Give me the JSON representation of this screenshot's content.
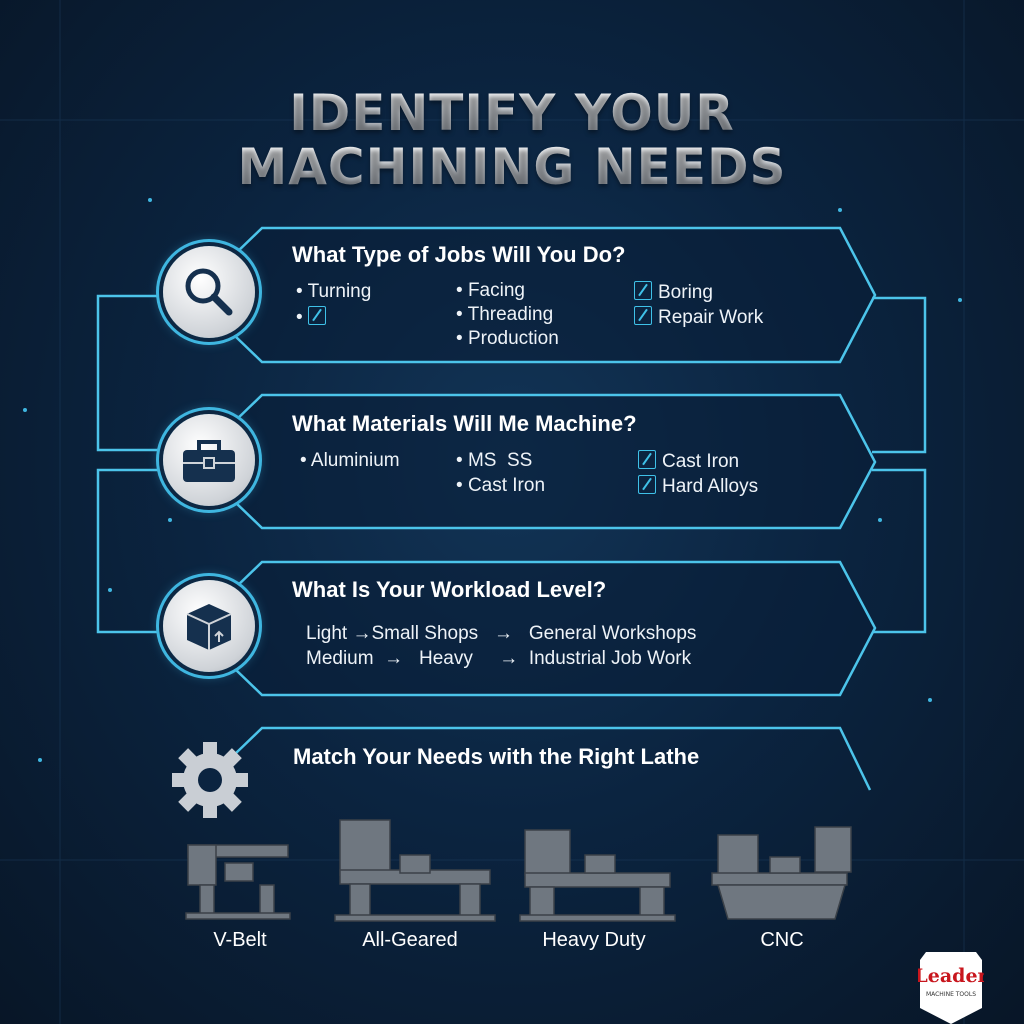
{
  "title": {
    "line1": "IDENTIFY YOUR",
    "line2": "MACHINING NEEDS"
  },
  "sections": [
    {
      "question": "What Type of Jobs Will You Do?",
      "icon": "magnifier-icon",
      "col1": [
        "Turning",
        ""
      ],
      "col2": [
        "Facing",
        "Threading",
        "Production"
      ],
      "col3": [
        "Boring",
        "Repair Work"
      ]
    },
    {
      "question": "What Materials Will Me Machine?",
      "icon": "toolbox-icon",
      "col1": [
        "Aluminium"
      ],
      "col2": [
        "MS  SS",
        "Cast Iron"
      ],
      "col3": [
        "Cast Iron",
        "Hard Alloys"
      ]
    },
    {
      "question": "What Is Your Workload Level?",
      "icon": "package-icon",
      "rows": [
        [
          "Light",
          "→",
          "Small Shops",
          "→",
          "General Workshops"
        ],
        [
          "Medium",
          "→",
          "Heavy",
          "→",
          "Industrial Job Work"
        ]
      ]
    },
    {
      "question": "Match Your Needs with the Right Lathe",
      "icon": "gear-icon"
    }
  ],
  "lathes": [
    "V-Belt",
    "All-Geared",
    "Heavy Duty",
    "CNC"
  ],
  "logo": {
    "name": "Leader",
    "tagline": "MACHINE TOOLS",
    "color": "#c8161d"
  },
  "colors": {
    "accent": "#3fb6e0",
    "background": "#0b2440"
  }
}
